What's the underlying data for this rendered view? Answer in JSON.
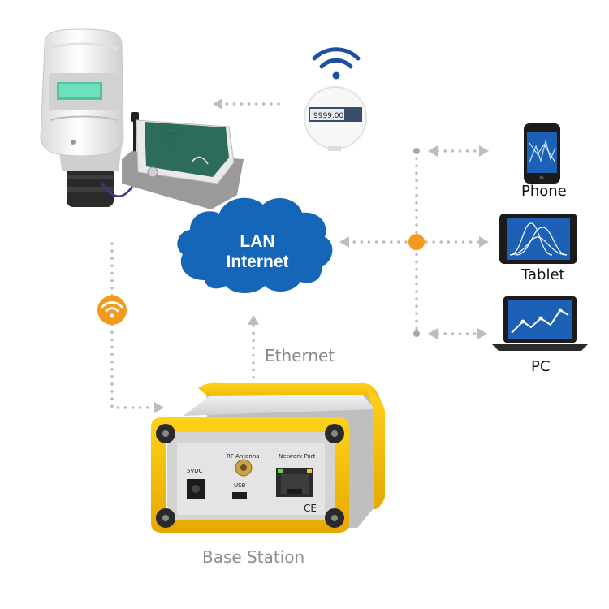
{
  "cloud": {
    "line1": "LAN",
    "line2": "Internet"
  },
  "devices": {
    "phone": "Phone",
    "tablet": "Tablet",
    "pc": "PC"
  },
  "links": {
    "ethernet": "Ethernet"
  },
  "base_station": {
    "title": "Base Station",
    "port_labels": {
      "rf": "RF Antenna",
      "network": "Network Port",
      "power": "5VDC",
      "usb": "USB",
      "ce": "CE"
    }
  },
  "wireless_display": {
    "reading": "9999.00"
  },
  "colors": {
    "cloud": "#1565b8",
    "accent": "#f39a1e",
    "dots": "#bdbdbd",
    "enclosure": "#f2c200"
  },
  "icons": [
    "wifi-icon",
    "wifi-badge-icon",
    "cloud-icon",
    "phone-icon",
    "tablet-icon",
    "pc-icon"
  ]
}
